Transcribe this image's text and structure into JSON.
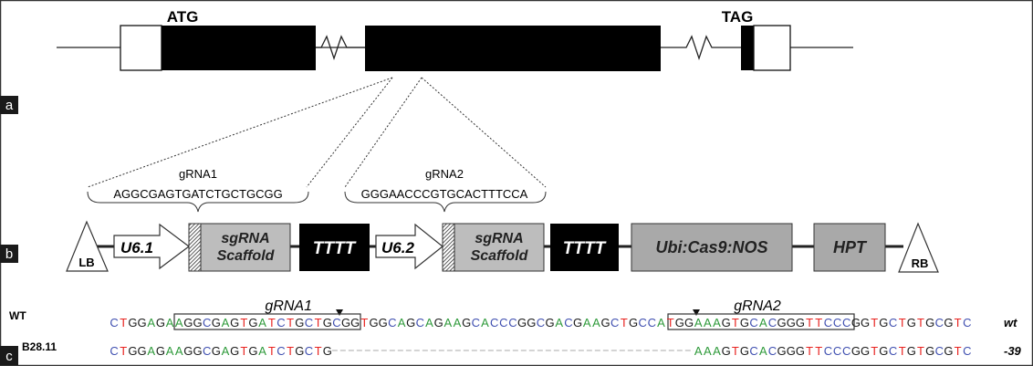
{
  "panel_labels": {
    "a": "a",
    "b": "b",
    "c": "c"
  },
  "gene": {
    "start_codon": "ATG",
    "stop_codon": "TAG"
  },
  "guides": [
    {
      "name": "gRNA1",
      "sequence": "AGGCGAGTGATCTGCTGCGG"
    },
    {
      "name": "gRNA2",
      "sequence": "GGGAACCCGTGCACTTTCCA"
    }
  ],
  "construct": {
    "lb": "LB",
    "rb": "RB",
    "promoter1": "U6.1",
    "promoter2": "U6.2",
    "scaffold_line1": "sgRNA",
    "scaffold_line2": "Scaffold",
    "terminator": "TTTT",
    "cas9": "Ubi:Cas9:NOS",
    "hpt": "HPT"
  },
  "alignment": {
    "base_colors": {
      "A": "#2e9a3a",
      "C": "#3f4fb0",
      "G": "#1a1a1a",
      "T": "#e8231f"
    },
    "guide_labels": [
      "gRNA1",
      "gRNA2"
    ],
    "rows": [
      {
        "label": "WT",
        "sequence": "CTGGAGAAGGCGAGTGATCTGCTGCGGTGGCAGCAGAAGCACCCGGCGACGAAGCTGCCATGGAAAGTGCACGGGTTCCCGGTGCTGTGCGTC",
        "note": "wt"
      },
      {
        "label": "B28.11",
        "sequence": "CTGGAGAAGGCGAGTGATCTGCTG---------------------------------------AAAGTGCACGGGTTCCCGGTGCTGTGCGTC",
        "note": "-39"
      }
    ]
  }
}
